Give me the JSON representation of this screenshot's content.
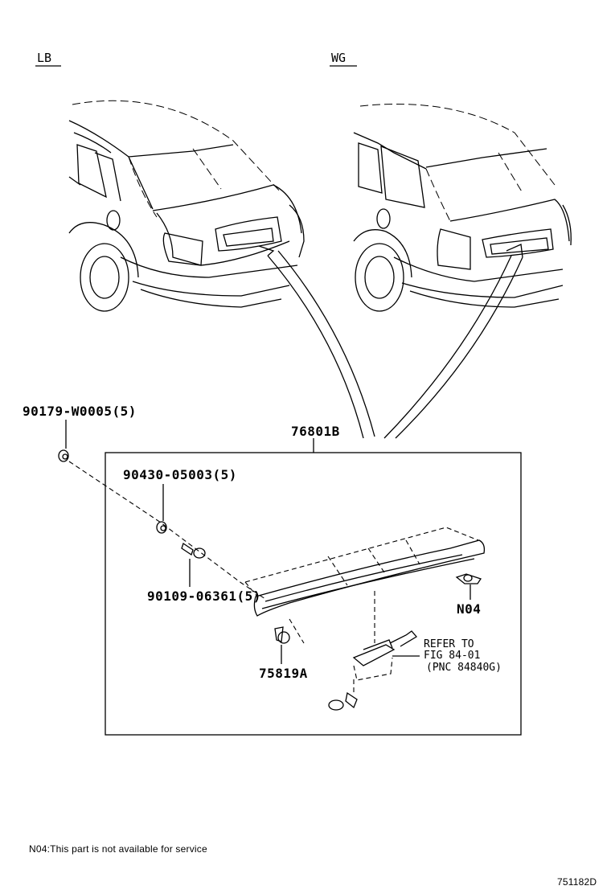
{
  "views": {
    "left_label": "LB",
    "right_label": "WG"
  },
  "parts": {
    "clip": "90179-W0005(5)",
    "assembly": "76801B",
    "nut": "90430-05003(5)",
    "bolt": "90109-06361(5)",
    "plug": "75819A",
    "n04": "N04"
  },
  "reference": {
    "line1": "REFER TO",
    "line2": "FIG 84-01",
    "line3": "(PNC 84840G)"
  },
  "footnote": "N04:This part is not available for service",
  "illustration_id": "751182D"
}
